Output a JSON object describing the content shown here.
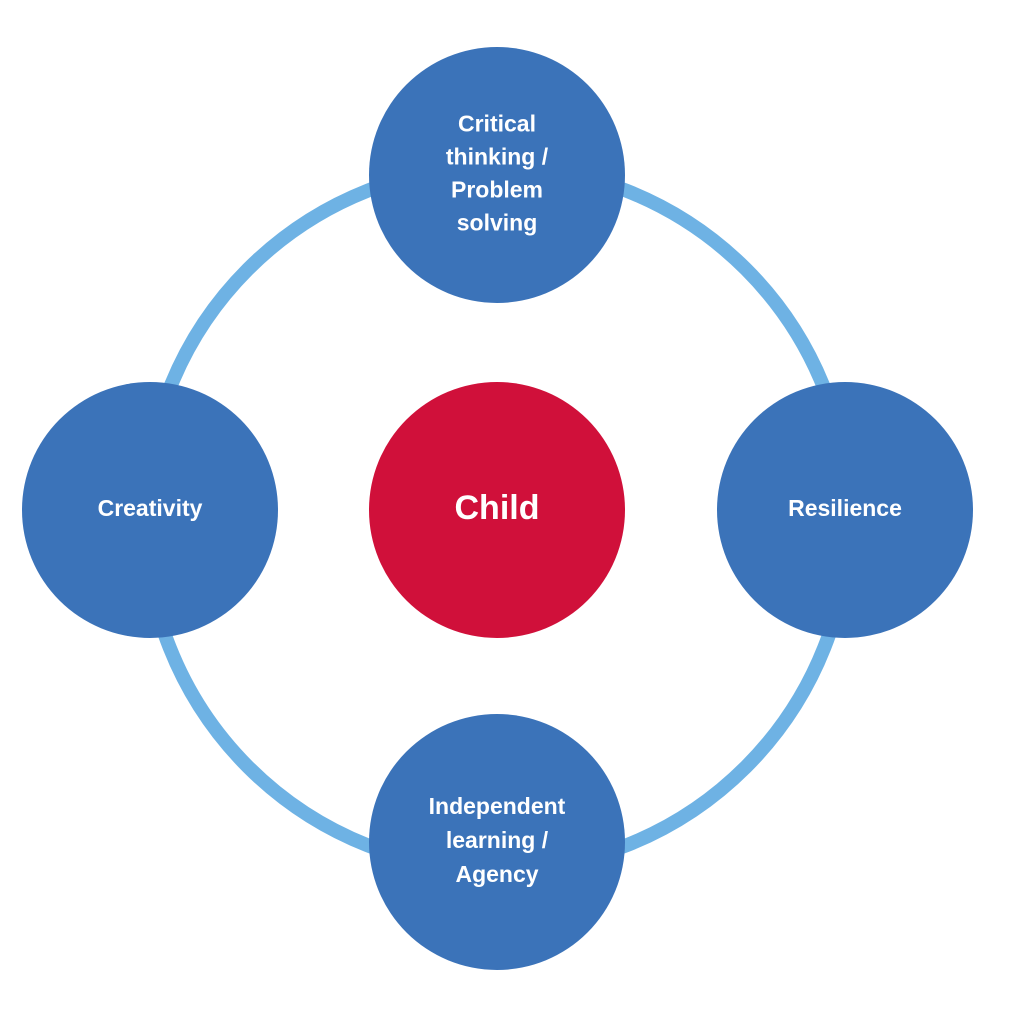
{
  "diagram": {
    "type": "cycle",
    "center": {
      "lines": [
        "Child"
      ],
      "color": "#d0103a"
    },
    "nodes": [
      {
        "position": "top",
        "lines": [
          "Critical",
          "thinking /",
          "Problem",
          "solving"
        ]
      },
      {
        "position": "right",
        "lines": [
          "Resilience"
        ]
      },
      {
        "position": "bottom",
        "lines": [
          "Independent",
          "learning /",
          "Agency"
        ]
      },
      {
        "position": "left",
        "lines": [
          "Creativity"
        ]
      }
    ],
    "colors": {
      "node": "#3b73b9",
      "ring": "#6eb2e4",
      "center": "#d0103a",
      "text": "#ffffff"
    }
  }
}
